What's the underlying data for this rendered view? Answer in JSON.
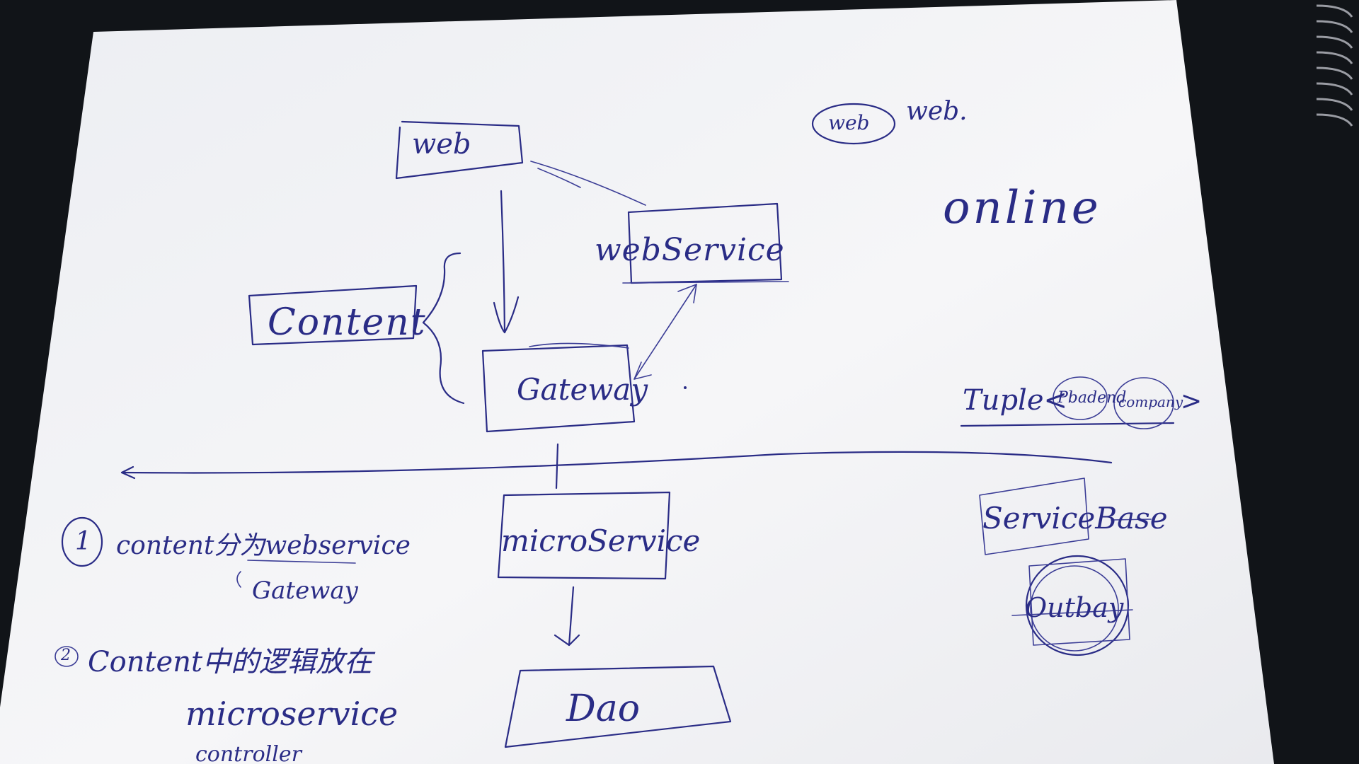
{
  "diagram": {
    "nodes": {
      "web": "web",
      "webservice": "webService",
      "content": "Content",
      "gateway": "Gateway",
      "microservice": "microService",
      "dao": "Dao"
    },
    "right_notes": {
      "web_pair_circled": "web",
      "web_pair_plain": "web.",
      "online": "online",
      "tuple_prefix": "Tuple<",
      "tuple_arg1": "Pbadend",
      "tuple_arg2": "company",
      "tuple_suffix": ">",
      "service_base": "ServiceBase",
      "circled_word": "Outbay"
    },
    "notes": {
      "note1_number": "1",
      "note1_text": "content分为webservice",
      "note1_sub": "Gateway",
      "note2_number": "2",
      "note2_text": "Content中的逻辑放在",
      "note2_sub1": "microservice",
      "note2_sub2": "controller"
    }
  },
  "colors": {
    "ink": "#2a2c86",
    "paper": "#f3f3f5",
    "background": "#111418"
  }
}
